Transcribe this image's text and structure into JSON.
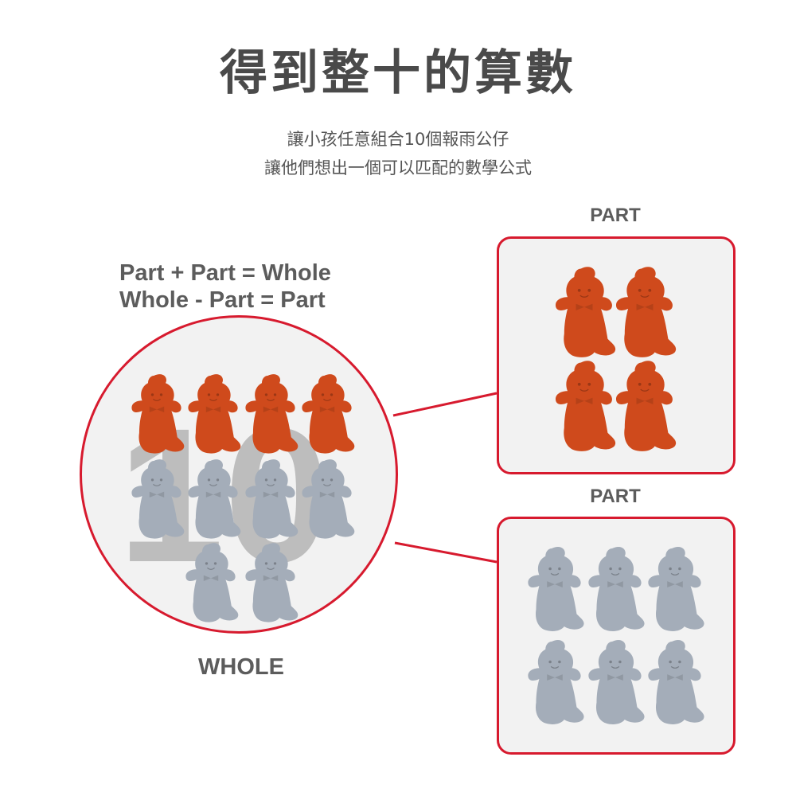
{
  "header": {
    "title": "得到整十的算數",
    "subtitle_line1": "讓小孩任意組合10個報雨公仔",
    "subtitle_line2": "讓他們想出一個可以匹配的數學公式"
  },
  "formulas": {
    "line1": "Part + Part = Whole",
    "line2": "Whole - Part = Part"
  },
  "labels": {
    "part_top": "PART",
    "part_bottom": "PART",
    "whole": "WHOLE",
    "whole_number": "10"
  },
  "counts": {
    "whole_total": 10,
    "part_orange": 4,
    "part_gray": 6
  },
  "colors": {
    "accent_red": "#d71a2e",
    "figure_orange": "#cf4a1c",
    "figure_gray": "#a4adb9",
    "panel_bg": "#f2f2f2",
    "big_number": "#bdbdbd"
  },
  "icons": {
    "figure": "ghost-figurine-icon"
  }
}
